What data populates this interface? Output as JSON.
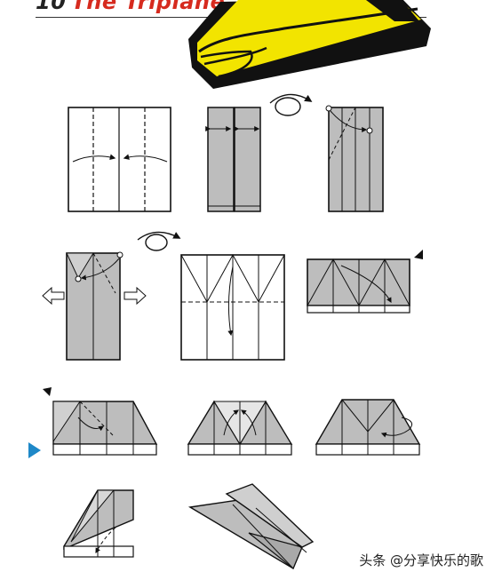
{
  "header": {
    "step_number": "10",
    "title": "The Triplane"
  },
  "watermark": "头条 @分享快乐的歌",
  "colors": {
    "paper_gray": "#bdbdbd",
    "yellow": "#f2e400",
    "black": "#111111",
    "title_red": "#d62a1e",
    "accent_blue": "#1e88c8"
  },
  "steps": [
    "fold-to-center",
    "unfold",
    "flip",
    "fold-corner-to-point",
    "flip",
    "fold-down",
    "flip",
    "fold-corners",
    "fold-in",
    "fold-wing",
    "fold-wing",
    "finished-plane"
  ]
}
